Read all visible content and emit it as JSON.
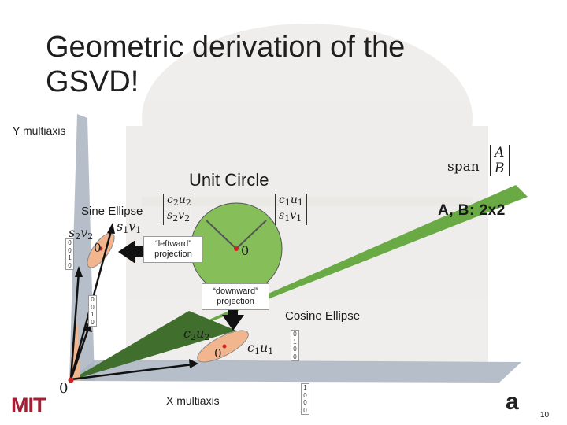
{
  "title": "Geometric derivation of the GSVD!",
  "labels": {
    "y_axis": "Y multiaxis",
    "x_axis": "X multiaxis",
    "unit_circle": "Unit Circle",
    "sine_ellipse": "Sine Ellipse",
    "cosine_ellipse": "Cosine Ellipse",
    "dims": "A, B: 2x2",
    "leftward": "“leftward” projection",
    "downward": "“downward” projection",
    "origin_zero": "0",
    "page_number": "10"
  },
  "math": {
    "span_word": "span",
    "span_top": "A",
    "span_bottom": "B",
    "c2u2_top": "c",
    "s2v2": "s",
    "c1u1": "c",
    "s1v1": "s"
  },
  "vectors": {
    "sine": [
      "0",
      "0",
      "1",
      "0"
    ],
    "lower": [
      "0",
      "0",
      "1",
      "0"
    ],
    "right": [
      "0",
      "1",
      "0",
      "0"
    ],
    "xaxis": [
      "1",
      "0",
      "0",
      "0"
    ]
  },
  "logos": {
    "left": "MIT",
    "right": "a"
  },
  "colors": {
    "green": "#6aaa45",
    "orange": "#f2b68e",
    "gray": "#a9b4bf",
    "red": "#cc2222"
  }
}
